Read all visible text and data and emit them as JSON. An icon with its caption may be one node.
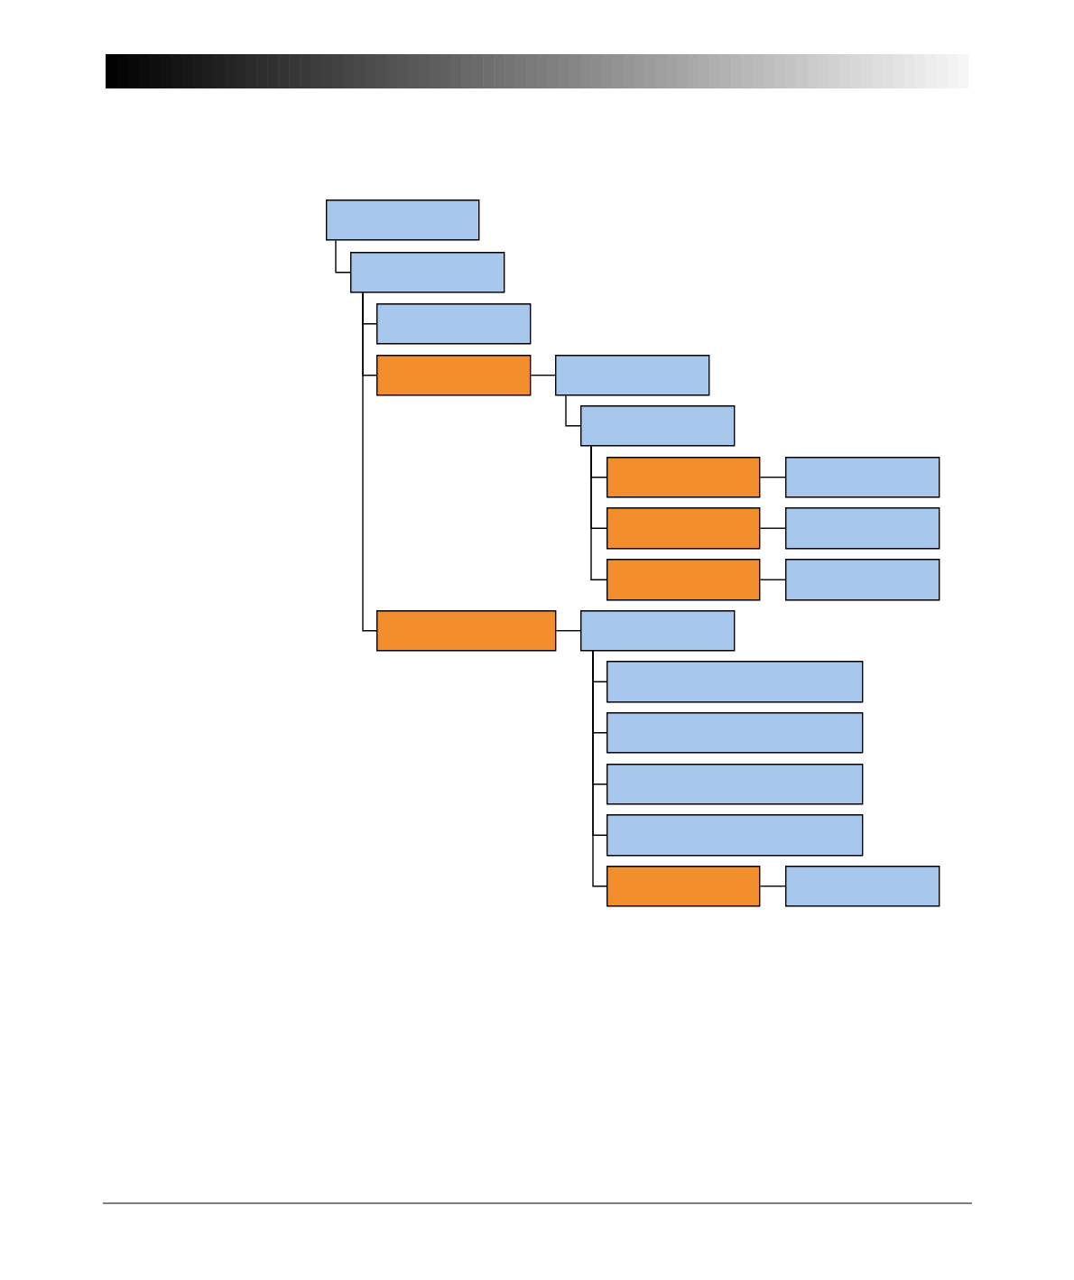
{
  "diagram": {
    "nodes": [
      {
        "text": [],
        "shape": "box"
      },
      {
        "text": [],
        "shape": "box"
      },
      {
        "text": [],
        "shape": "box"
      },
      {
        "text": [],
        "shape": "box"
      },
      {
        "text": [],
        "shape": "box"
      },
      {
        "text": [],
        "shape": "box"
      },
      {
        "text": [],
        "shape": "box"
      },
      {
        "text": [],
        "shape": "box"
      },
      {
        "text": [],
        "shape": "box"
      },
      {
        "text": [],
        "shape": "box"
      },
      {
        "text": [],
        "shape": "box"
      },
      {
        "text": [],
        "shape": "box"
      },
      {
        "text": [],
        "shape": "box"
      },
      {
        "text": [],
        "shape": "box"
      },
      {
        "text": [],
        "shape": "box"
      },
      {
        "text": [],
        "shape": "box"
      },
      {
        "text": [],
        "shape": "box"
      },
      {
        "text": [],
        "shape": "box"
      },
      {
        "text": [],
        "shape": "box"
      },
      {
        "text": [],
        "shape": "box"
      }
    ],
    "edges": [
      {
        "from": 0,
        "to": 1,
        "arrow": "none"
      },
      {
        "from": 1,
        "to": 2,
        "arrow": "none"
      },
      {
        "from": 1,
        "to": 3,
        "arrow": "none"
      },
      {
        "from": 3,
        "to": 4,
        "arrow": "none"
      },
      {
        "from": 4,
        "to": 5,
        "arrow": "none"
      },
      {
        "from": 5,
        "to": 6,
        "arrow": "none"
      },
      {
        "from": 6,
        "to": 7,
        "arrow": "none"
      },
      {
        "from": 5,
        "to": 8,
        "arrow": "none"
      },
      {
        "from": 8,
        "to": 9,
        "arrow": "none"
      },
      {
        "from": 5,
        "to": 10,
        "arrow": "none"
      },
      {
        "from": 10,
        "to": 11,
        "arrow": "none"
      },
      {
        "from": 1,
        "to": 12,
        "arrow": "none"
      },
      {
        "from": 12,
        "to": 13,
        "arrow": "none"
      },
      {
        "from": 13,
        "to": 14,
        "arrow": "none"
      },
      {
        "from": 13,
        "to": 15,
        "arrow": "none"
      },
      {
        "from": 13,
        "to": 16,
        "arrow": "none"
      },
      {
        "from": 13,
        "to": 17,
        "arrow": "none"
      },
      {
        "from": 13,
        "to": 18,
        "arrow": "none"
      },
      {
        "from": 18,
        "to": 19,
        "arrow": "none"
      }
    ]
  }
}
